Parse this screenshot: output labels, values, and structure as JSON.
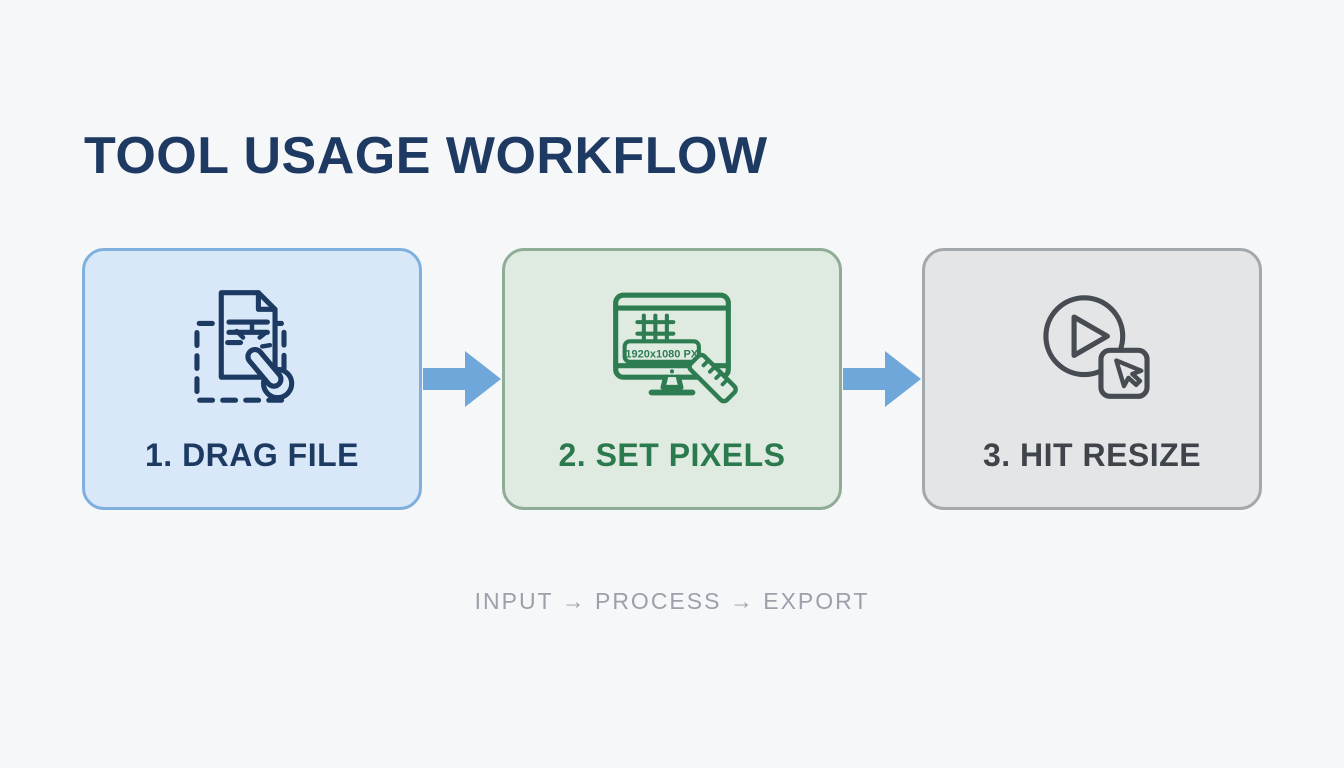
{
  "header": {
    "title": "TOOL USAGE WORKFLOW"
  },
  "workflow": {
    "steps": [
      {
        "label": "1. DRAG FILE",
        "icon": "drag-file-icon"
      },
      {
        "label": "2. SET PIXELS",
        "icon": "monitor-resolution-icon",
        "monitor_label": "1920x1080 PX"
      },
      {
        "label": "3. HIT RESIZE",
        "icon": "play-cursor-icon"
      }
    ],
    "arrow_icon": "arrow-right-icon"
  },
  "footer": {
    "caption": "INPUT → PROCESS → EXPORT"
  },
  "colors": {
    "page_bg": "#f6f7f8",
    "title_text": "#1e3a63",
    "step1_bg": "#d9e8f8",
    "step1_border": "#7fb0dd",
    "step1_text": "#1d3a63",
    "step2_bg": "#dfeae0",
    "step2_border": "#8fac96",
    "step2_text": "#2a7a4e",
    "step2_icon_stroke": "#2e7d52",
    "step3_bg": "#e3e5e7",
    "step3_border": "#a3a8ad",
    "step3_text": "#3f444a",
    "step3_icon_stroke": "#474c52",
    "arrow_fill": "#6fa7db",
    "caption_text": "#9aa1aa"
  }
}
